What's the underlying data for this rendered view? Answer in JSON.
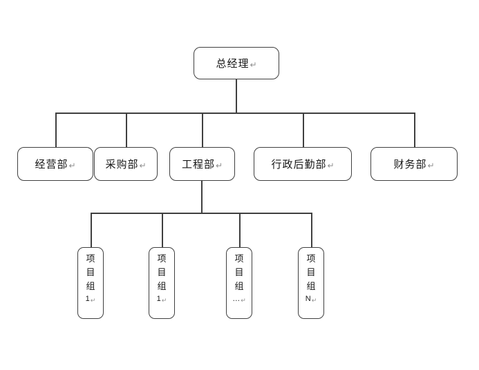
{
  "diagram": {
    "title": "organization-chart",
    "colors": {
      "line": "#3f3f3f",
      "border": "#3f3f3f",
      "text": "#161616",
      "mark": "#8e8e8e",
      "background": "#ffffff"
    },
    "root": {
      "label": "总经理",
      "mark": "↵"
    },
    "level2": [
      {
        "label": "经营部",
        "mark": "↵"
      },
      {
        "label": "采购部",
        "mark": "↵"
      },
      {
        "label": "工程部",
        "mark": "↵"
      },
      {
        "label": "行政后勤部",
        "mark": "↵"
      },
      {
        "label": "财务部",
        "mark": "↵"
      }
    ],
    "level3": [
      {
        "chars": [
          "项",
          "目",
          "组"
        ],
        "suffix": "1",
        "mark": "↵"
      },
      {
        "chars": [
          "项",
          "目",
          "组"
        ],
        "suffix": "1",
        "mark": "↵"
      },
      {
        "chars": [
          "项",
          "目",
          "组"
        ],
        "suffix": "…",
        "mark": "↵"
      },
      {
        "chars": [
          "项",
          "目",
          "组"
        ],
        "suffix": "N",
        "mark": "↵"
      }
    ]
  }
}
